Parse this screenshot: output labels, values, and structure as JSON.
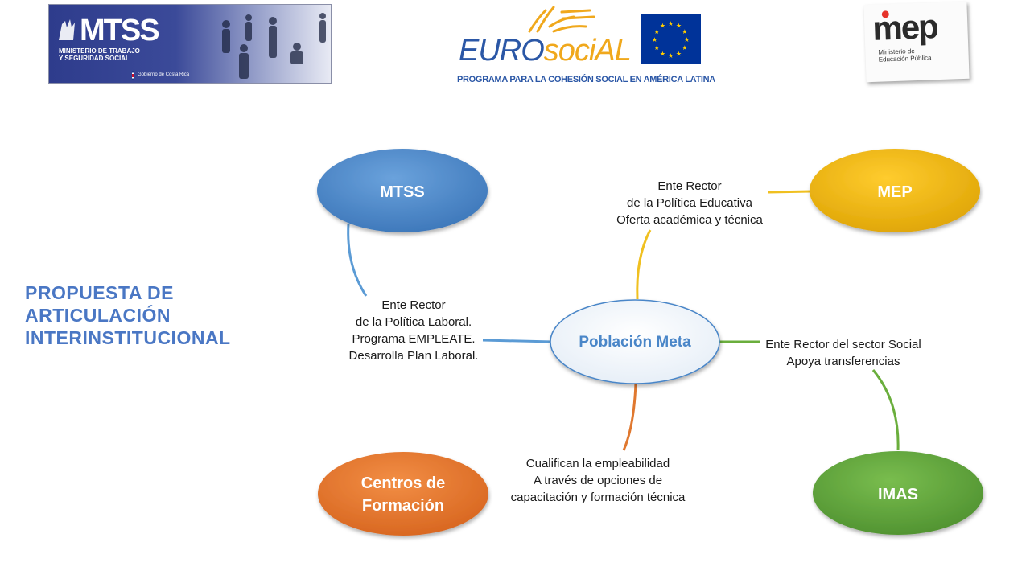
{
  "logos": {
    "mtss": {
      "name": "MTSS",
      "line1": "MINISTERIO DE TRABAJO",
      "line2": "Y SEGURIDAD SOCIAL",
      "government": "Gobierno de Costa Rica"
    },
    "eurosocial": {
      "name_part1": "EURO",
      "name_part2": "sociAL",
      "tagline": "PROGRAMA PARA LA COHESIÓN SOCIAL EN AMÉRICA LATINA"
    },
    "mep": {
      "name": "mep",
      "line1": "Ministerio de",
      "line2": "Educación Pública"
    }
  },
  "side_title": [
    "PROPUESTA DE",
    "ARTICULACIÓN",
    "INTERINSTITUCIONAL"
  ],
  "colors": {
    "title": "#4a77c4",
    "mtss": "#4a86c8",
    "mep": "#e9aa0c",
    "imas": "#5a9e35",
    "centros": "#e0702a",
    "center": "#4a86c8"
  },
  "diagram": {
    "center": {
      "label": "Población Meta"
    },
    "nodes": {
      "mtss": {
        "label": "MTSS"
      },
      "mep": {
        "label": "MEP"
      },
      "imas": {
        "label": "IMAS"
      },
      "centros": {
        "label_lines": [
          "Centros de",
          "Formación"
        ]
      }
    },
    "descriptions": {
      "mtss": [
        "Ente Rector",
        "de la Política Laboral.",
        "Programa EMPLEATE.",
        "Desarrolla Plan Laboral."
      ],
      "mep": [
        "Ente Rector",
        "de la Política Educativa",
        "Oferta académica y técnica"
      ],
      "imas": [
        "Ente Rector del sector Social",
        "Apoya transferencias"
      ],
      "centros": [
        "Cualifican la empleabilidad",
        "A través de opciones de",
        "capacitación y formación técnica"
      ]
    }
  }
}
